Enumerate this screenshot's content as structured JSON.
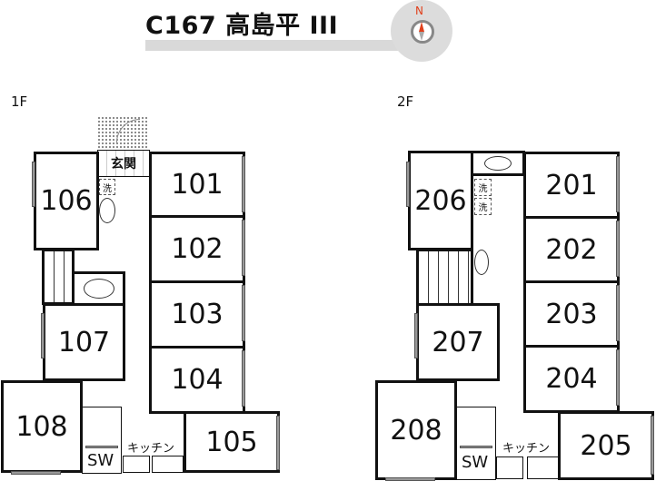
{
  "header": {
    "title": "C167 高島平 III",
    "compass_label": "N"
  },
  "floors": [
    {
      "label": "1F",
      "rooms": [
        "101",
        "102",
        "103",
        "104",
        "105",
        "106",
        "107",
        "108"
      ],
      "entrance": "玄関",
      "laundry": "洗",
      "kitchen": "キッチン",
      "storage": "SW"
    },
    {
      "label": "2F",
      "rooms": [
        "201",
        "202",
        "203",
        "204",
        "205",
        "206",
        "207",
        "208"
      ],
      "laundry": [
        "洗",
        "洗"
      ],
      "kitchen": "キッチン",
      "storage": "SW"
    }
  ]
}
